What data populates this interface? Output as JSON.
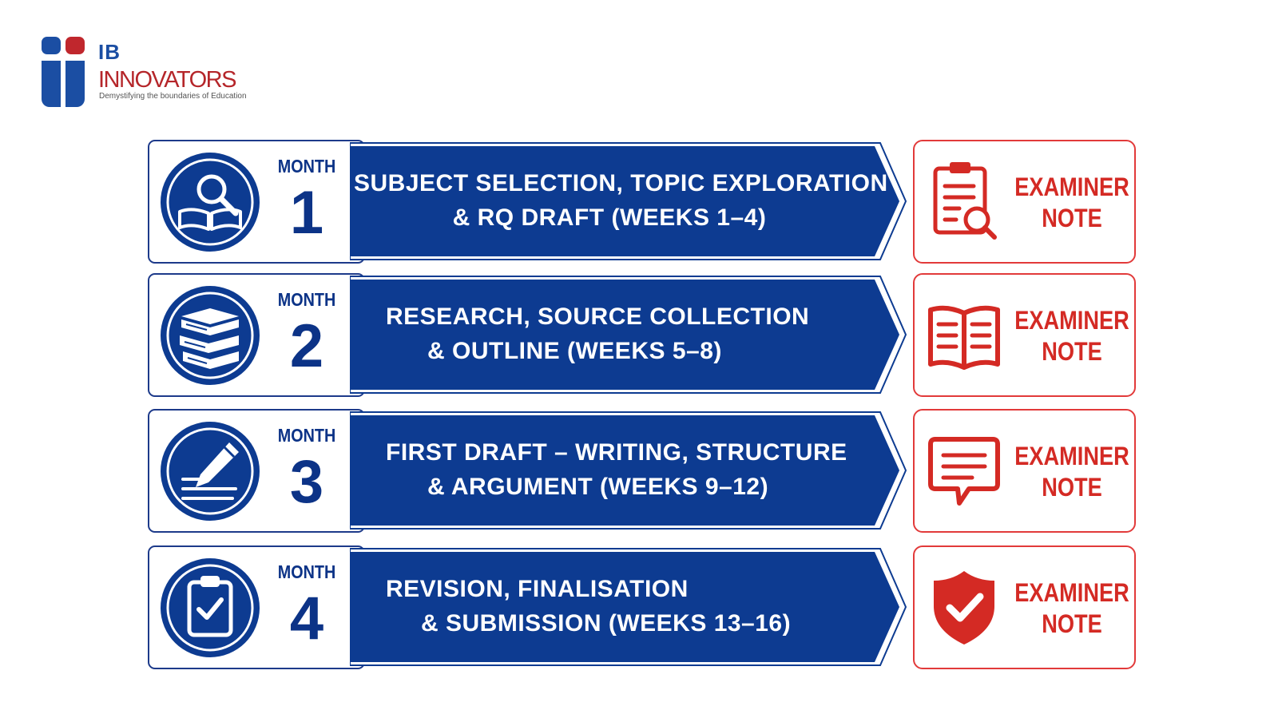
{
  "logo": {
    "ib": "IB",
    "name": "INNOVATORS",
    "tagline": "Demystifying the boundaries of Education",
    "colors": {
      "blue": "#1b4ea3",
      "red": "#b5262a"
    }
  },
  "colors": {
    "primary_blue": "#0c3387",
    "arrow_fill": "#0d3b91",
    "accent_red": "#d42a24"
  },
  "months": [
    {
      "label": "MONTH",
      "number": "1",
      "icon": "magnifier-book-icon",
      "title_lines": [
        "SUBJECT SELECTION, TOPIC EXPLORATION",
        "& RQ DRAFT (WEEKS 1–4)"
      ],
      "title_align": "center",
      "note_icon": "clipboard-search-icon",
      "note_lines": [
        "EXAMINER",
        "NOTE"
      ]
    },
    {
      "label": "MONTH",
      "number": "2",
      "icon": "books-stack-icon",
      "title_lines": [
        "RESEARCH, SOURCE COLLECTION",
        "& OUTLINE (WEEKS 5–8)"
      ],
      "title_align": "left",
      "note_icon": "open-book-icon",
      "note_lines": [
        "EXAMINER",
        "NOTE"
      ]
    },
    {
      "label": "MONTH",
      "number": "3",
      "icon": "pencil-writing-icon",
      "title_lines": [
        "FIRST DRAFT – WRITING, STRUCTURE",
        "& ARGUMENT (WEEKS 9–12)"
      ],
      "title_align": "left",
      "note_icon": "speech-bubble-icon",
      "note_lines": [
        "EXAMINER",
        "NOTE"
      ]
    },
    {
      "label": "MONTH",
      "number": "4",
      "icon": "clipboard-check-icon",
      "title_lines": [
        "REVISION, FINALISATION",
        "& SUBMISSION (WEEKS 13–16)"
      ],
      "title_align": "left",
      "note_icon": "shield-check-icon",
      "note_lines": [
        "EXAMINER",
        "NOTE"
      ]
    }
  ]
}
